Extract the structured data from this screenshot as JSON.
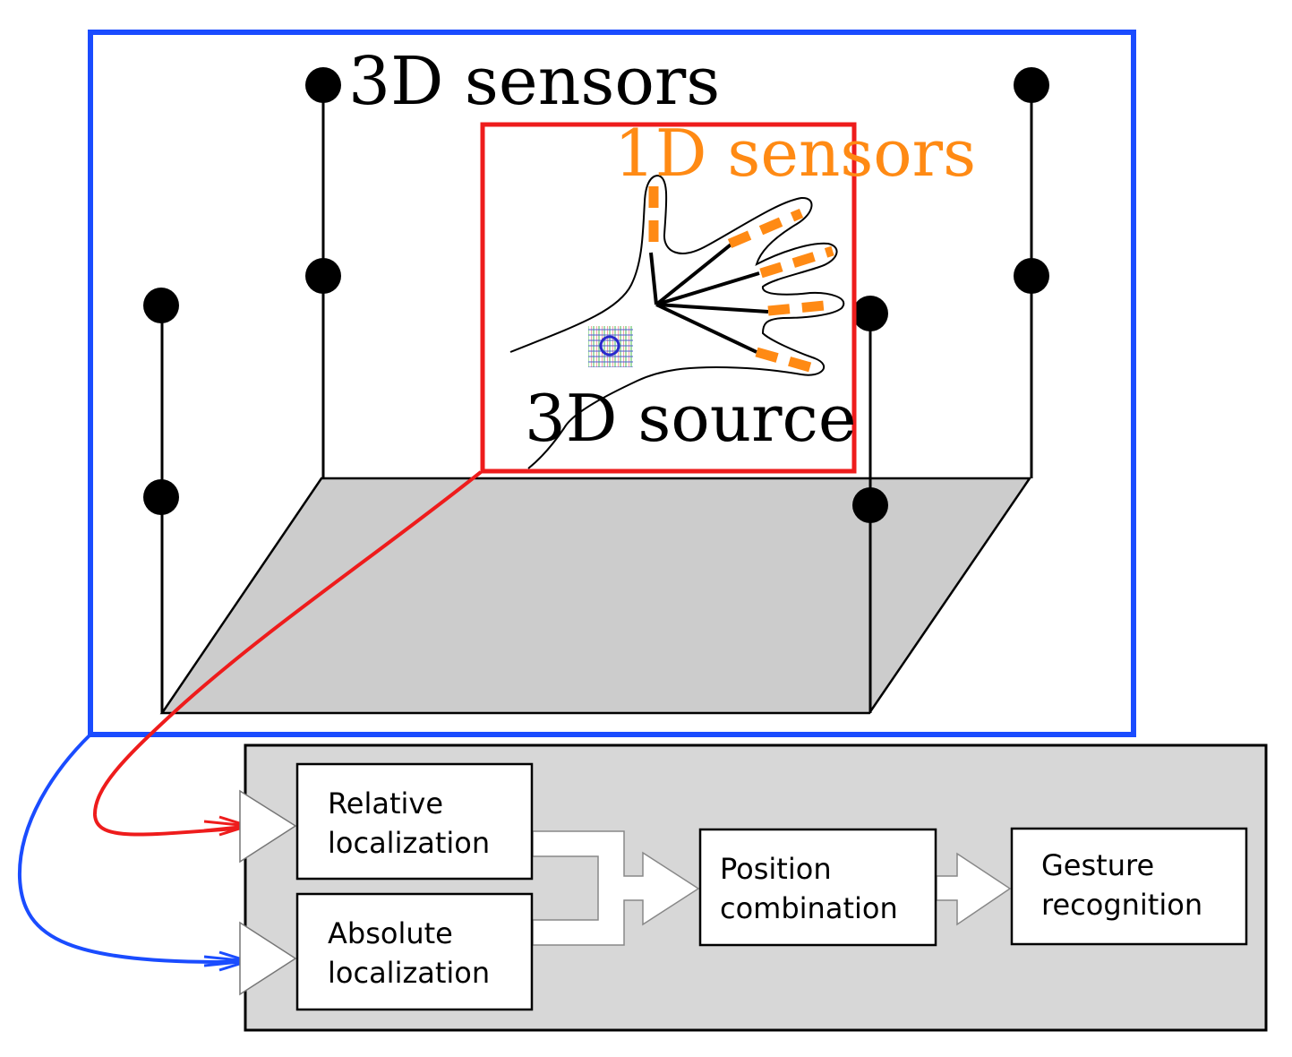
{
  "colors": {
    "zone_3d": "#1a4cff",
    "zone_1d": "#ee1c1c",
    "sensor_1d": "#ff8a14",
    "floor": "#cccccc",
    "processing_panel": "#d7d7d7",
    "ink": "#000000"
  },
  "scene": {
    "label_3d_sensors": "3D sensors",
    "label_1d_sensors": "1D sensors",
    "label_3d_source": "3D source"
  },
  "pipeline": {
    "relative": [
      "Relative",
      "localization"
    ],
    "absolute": [
      "Absolute",
      "localization"
    ],
    "combination": [
      "Position",
      "combination"
    ],
    "gesture": [
      "Gesture",
      "recognition"
    ]
  }
}
